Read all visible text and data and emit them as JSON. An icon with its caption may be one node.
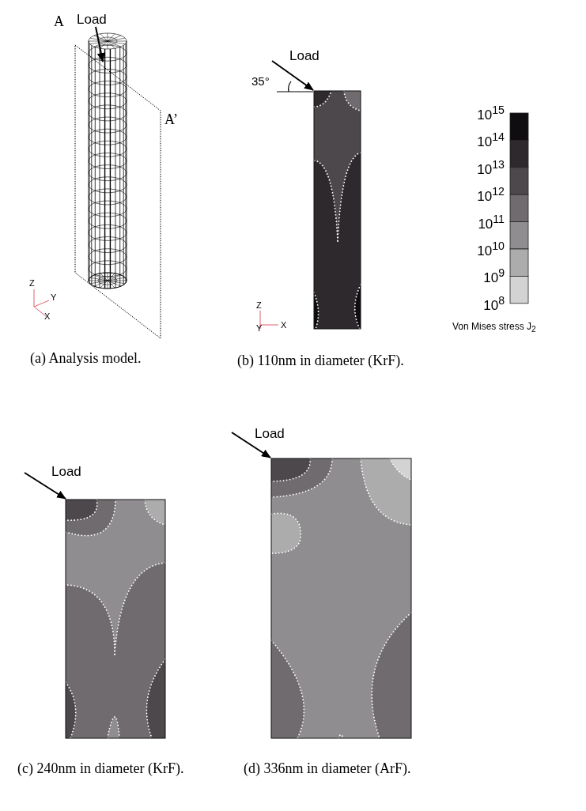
{
  "diagram": {
    "labels": [
      "Load",
      "A",
      "A’",
      "Z",
      "Y",
      "X",
      "(a) Analysis model.",
      "Load",
      "35°",
      "Z",
      "Y",
      "X",
      "(b) 110nm in diameter (KrF).",
      "10$^{15}$",
      "10$^{14}$",
      "10$^{13}$",
      "10$^{12}$",
      "10$^{11}$",
      "10$^{10}$",
      "10$^{9}$",
      "10$^{8}$",
      "Von Mises stress J$_{2}$",
      "Load",
      "(c) 240nm in diameter (KrF).",
      "Load",
      "(d) 336nm in diameter (ArF)."
    ]
  }
}
